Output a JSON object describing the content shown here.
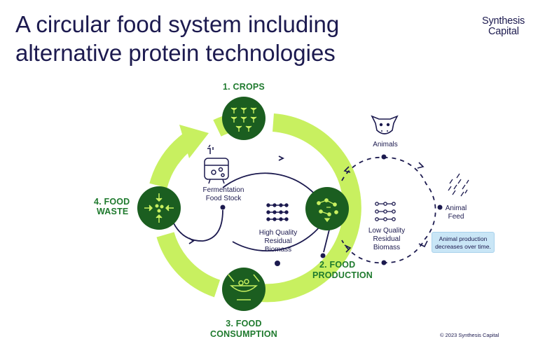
{
  "title": "A circular food system including alternative protein technologies",
  "logo": {
    "line1": "Synthesis",
    "line2": "Capital"
  },
  "stages": {
    "crops": "1. CROPS",
    "food_production_1": "2. FOOD",
    "food_production_2": "PRODUCTION",
    "food_consumption_1": "3. FOOD",
    "food_consumption_2": "CONSUMPTION",
    "food_waste_1": "4. FOOD",
    "food_waste_2": "WASTE"
  },
  "labels": {
    "fermentation_1": "Fermentation",
    "fermentation_2": "Food Stock",
    "hq_1": "High Quality",
    "hq_2": "Residual",
    "hq_3": "Biomass",
    "lq_1": "Low Quality",
    "lq_2": "Residual",
    "lq_3": "Biomass",
    "animals": "Animals",
    "animal_feed_1": "Animal",
    "animal_feed_2": "Feed"
  },
  "note": {
    "line1": "Animal production",
    "line2": "decreases over time."
  },
  "copyright": "© 2023 Synthesis Capital",
  "colors": {
    "navy": "#1c1a4f",
    "dark_green": "#1b5e20",
    "lime": "#c8f060",
    "stage_green": "#1f7a2e",
    "note_blue": "#c9e6f6"
  }
}
